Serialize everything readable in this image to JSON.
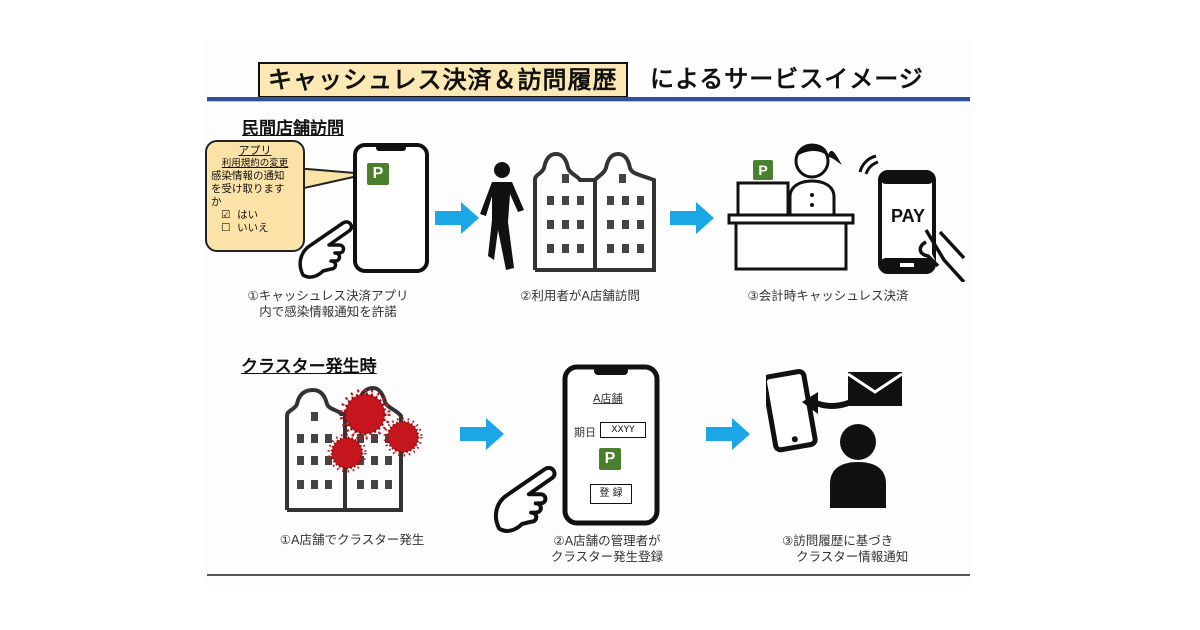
{
  "title": {
    "highlight": "キャッシュレス決済＆訪問履歴",
    "rest": "によるサービスイメージ"
  },
  "colors": {
    "title_highlight_bg": "#fbe8b4",
    "rule_blue": "#2f4f9a",
    "arrow_blue": "#1ba7e6",
    "badge_green": "#4a7f2e",
    "virus_red": "#c4161c"
  },
  "sections": {
    "store_visit": {
      "heading": "民間店舗訪問",
      "bubble": {
        "title": "アプリ",
        "subtitle": "利用規約の変更",
        "question": [
          "感染情報の通知",
          "を受け取ります",
          "か"
        ],
        "options": [
          {
            "mark": "☑",
            "label": "はい"
          },
          {
            "mark": "☐",
            "label": "いいえ"
          }
        ]
      },
      "badge": "P",
      "steps": [
        {
          "caption": [
            "①キャッシュレス決済アプリ",
            "内で感染情報通知を許諾"
          ]
        },
        {
          "caption": [
            "②利用者がA店舗訪問"
          ]
        },
        {
          "caption": [
            "③会計時キャッシュレス決済"
          ],
          "phone_text": "PAY"
        }
      ]
    },
    "cluster": {
      "heading": "クラスター発生時",
      "phone_form": {
        "store": "A店舗",
        "date_label": "期日",
        "date_value": "XXYY",
        "register_button": "登 録"
      },
      "steps": [
        {
          "caption": [
            "①A店舗でクラスター発生"
          ]
        },
        {
          "caption": [
            "②A店舗の管理者が",
            "クラスター発生登録"
          ]
        },
        {
          "caption": [
            "③訪問履歴に基づき",
            "クラスター情報通知"
          ]
        }
      ]
    }
  }
}
